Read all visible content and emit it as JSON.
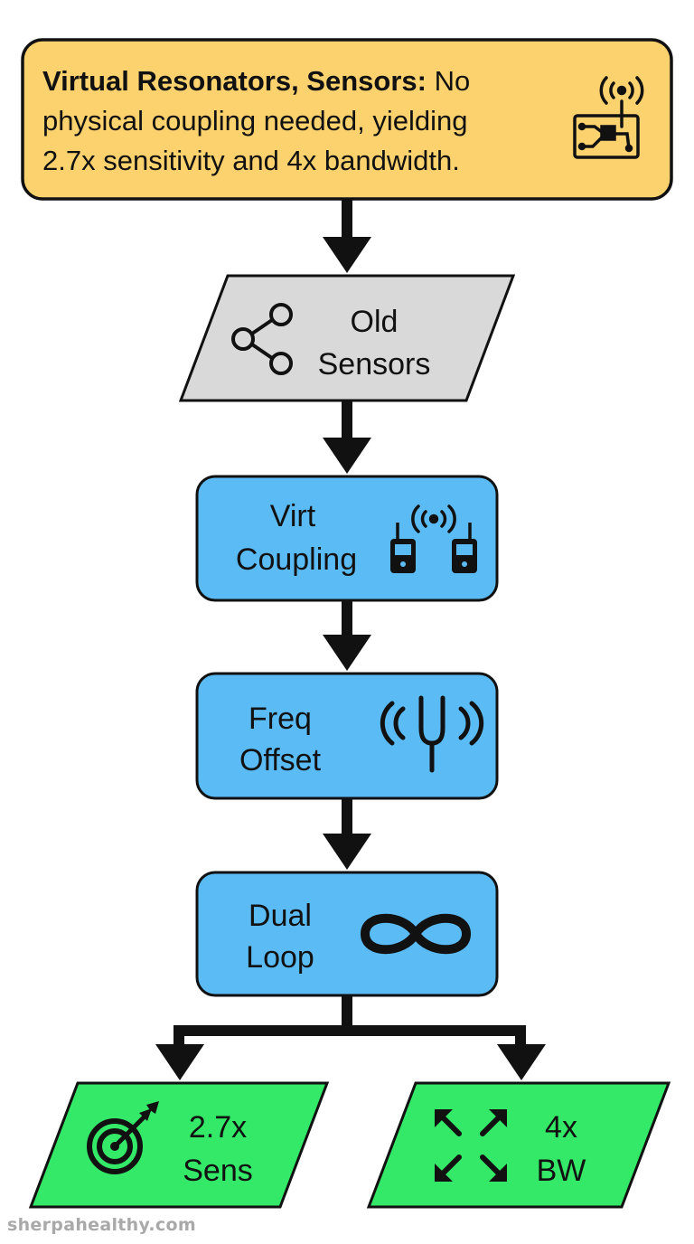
{
  "colors": {
    "header_fill": "#fbd26e",
    "gray_fill": "#d9d9d9",
    "blue_fill": "#5bbcf5",
    "green_fill": "#34e868",
    "stroke": "#111111"
  },
  "header": {
    "bold": "Virtual Resonators, Sensors:",
    "line1_rest": " No",
    "line2": "physical coupling needed, yielding",
    "line3": "2.7x sensitivity and 4x bandwidth.",
    "icon": "circuit-antenna-icon"
  },
  "nodes": {
    "old_sensors": {
      "line1": "Old",
      "line2": "Sensors",
      "icon": "share-nodes-icon"
    },
    "virt_coupling": {
      "line1": "Virt",
      "line2": "Coupling",
      "icon": "walkie-talkies-icon"
    },
    "freq_offset": {
      "line1": "Freq",
      "line2": "Offset",
      "icon": "tuning-fork-icon"
    },
    "dual_loop": {
      "line1": "Dual",
      "line2": "Loop",
      "icon": "infinity-icon"
    },
    "sens": {
      "line1": "2.7x",
      "line2": "Sens",
      "icon": "target-icon"
    },
    "bw": {
      "line1": "4x",
      "line2": "BW",
      "icon": "expand-arrows-icon"
    }
  },
  "watermark": "sherpahealthy.com"
}
